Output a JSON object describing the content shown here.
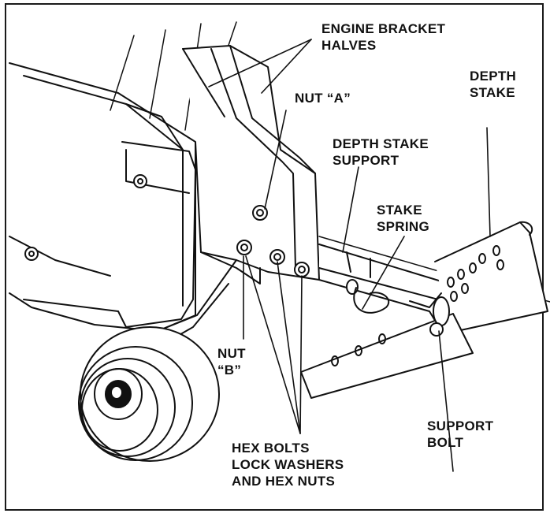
{
  "colors": {
    "ink": "#111111",
    "paper": "#ffffff",
    "shade": "#cfcfcf"
  },
  "labels": {
    "engine_bracket_halves": {
      "line1": "ENGINE BRACKET",
      "line2": "HALVES"
    },
    "nut_a": {
      "line1": "NUT “A”"
    },
    "depth_stake": {
      "line1": "DEPTH",
      "line2": "STAKE"
    },
    "depth_stake_support": {
      "line1": "DEPTH STAKE",
      "line2": "SUPPORT"
    },
    "stake_spring": {
      "line1": "STAKE",
      "line2": "SPRING"
    },
    "nut_b": {
      "line1": "NUT",
      "line2": "“B”"
    },
    "support_bolt": {
      "line1": "SUPPORT",
      "line2": "BOLT"
    },
    "hex_bolts": {
      "line1": "HEX BOLTS",
      "line2": "LOCK WASHERS",
      "line3": "AND HEX NUTS"
    }
  }
}
